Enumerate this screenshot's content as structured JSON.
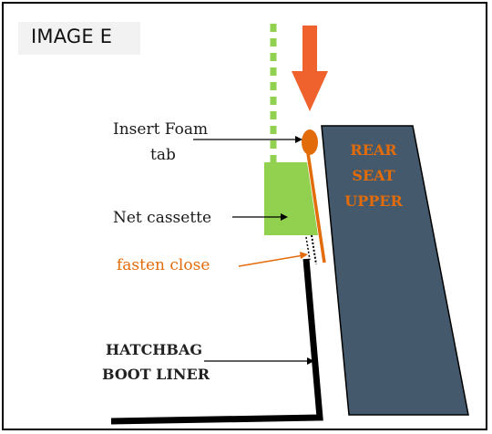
{
  "title": "IMAGE E",
  "labels": {
    "insert_foam_line1": "Insert Foam",
    "insert_foam_line2": "tab",
    "net_cassette": "Net cassette",
    "fasten_close": "fasten close",
    "hatchbag_line1": "HATCHBAG",
    "hatchbag_line2": "BOOT LINER"
  },
  "seat": {
    "line1": "REAR",
    "line2": "SEAT",
    "line3": "UPPER"
  },
  "colors": {
    "seat_fill": "#44596b",
    "accent_orange": "#e36c0a",
    "arrow_orange": "#f0622d",
    "cassette_green": "#92d050",
    "line_black": "#000000"
  }
}
